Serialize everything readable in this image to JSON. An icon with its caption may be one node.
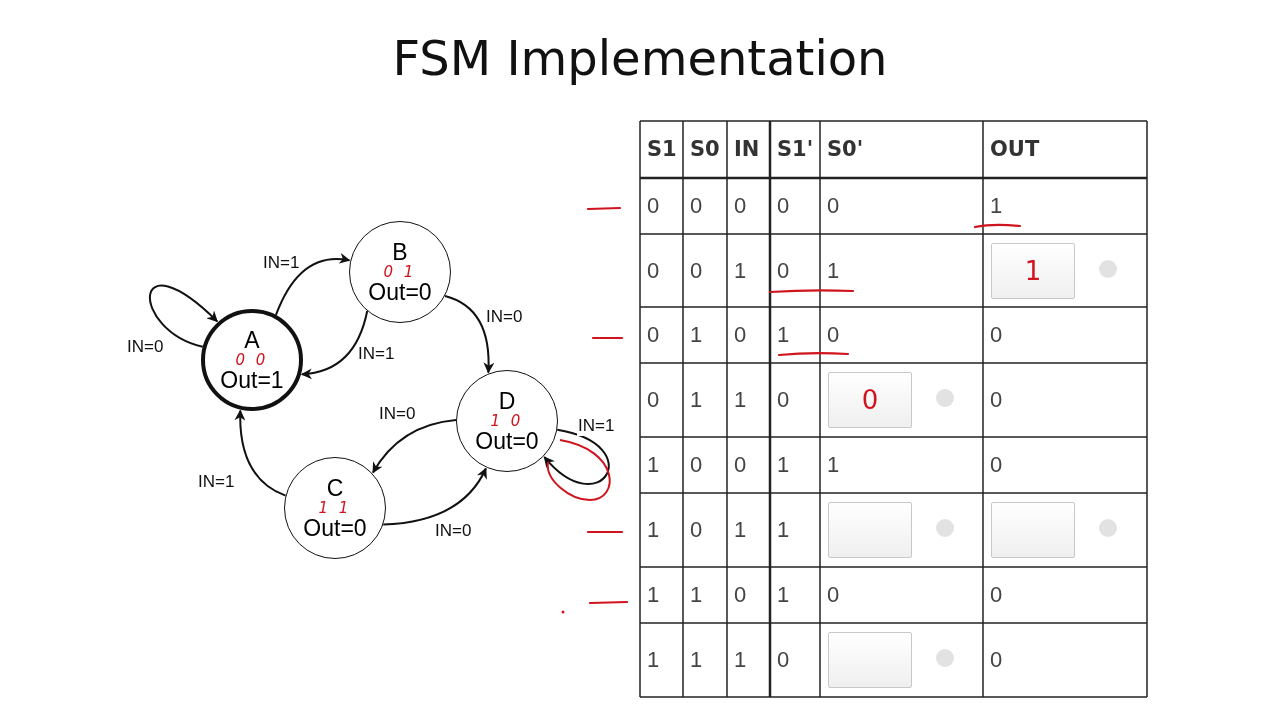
{
  "diagram": {
    "title": "FSM Implementation",
    "nodes": [
      {
        "text": [
          "A",
          "0 0",
          "Out=1"
        ]
      },
      {
        "text": [
          "B",
          "0 1",
          "Out=0"
        ]
      },
      {
        "text": [
          "D",
          "1 0",
          "Out=0"
        ]
      },
      {
        "text": [
          "C",
          "1 1",
          "Out=0"
        ]
      }
    ],
    "edges": [
      {
        "from": 0,
        "to": 0,
        "arrow": "to",
        "label": "IN=0"
      },
      {
        "from": 0,
        "to": 1,
        "arrow": "to",
        "label": "IN=1"
      },
      {
        "from": 1,
        "to": 0,
        "arrow": "to",
        "label": "IN=1"
      },
      {
        "from": 1,
        "to": 2,
        "arrow": "to",
        "label": "IN=0"
      },
      {
        "from": 2,
        "to": 3,
        "arrow": "to",
        "label": "IN=0"
      },
      {
        "from": 3,
        "to": 2,
        "arrow": "to",
        "label": "IN=0"
      },
      {
        "from": 3,
        "to": 0,
        "arrow": "to",
        "label": "IN=1"
      },
      {
        "from": 2,
        "to": 2,
        "arrow": "to",
        "label": "IN=1"
      }
    ],
    "labels": [
      "S1",
      "S0",
      "IN",
      "S1'",
      "S0'",
      "OUT",
      "0",
      "0",
      "0",
      "0",
      "0",
      "1",
      "0",
      "0",
      "1",
      "0",
      "1",
      "1",
      "0",
      "1",
      "0",
      "1",
      "0",
      "0",
      "0",
      "1",
      "1",
      "0",
      "0",
      "0",
      "1",
      "0",
      "0",
      "1",
      "1",
      "0",
      "1",
      "0",
      "1",
      "1",
      "1",
      "1",
      "0",
      "1",
      "0",
      "0",
      "1",
      "1",
      "1",
      "0",
      "0"
    ]
  }
}
